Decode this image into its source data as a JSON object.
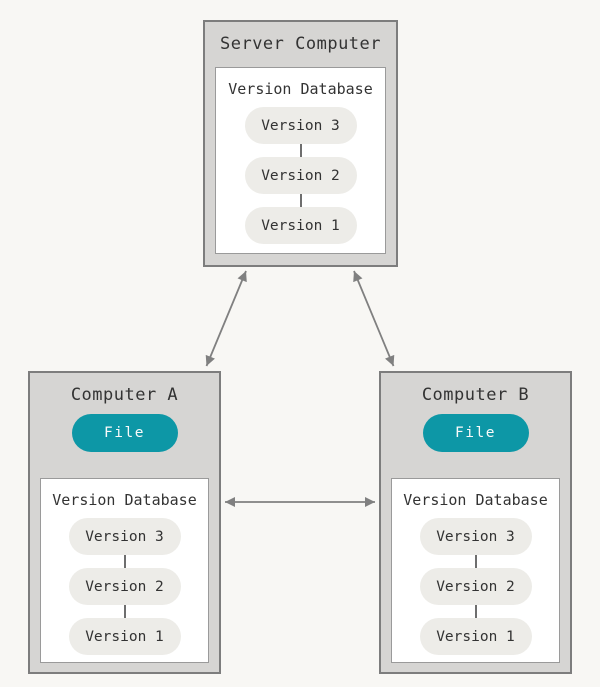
{
  "colors": {
    "background": "#f8f7f4",
    "machine_box_fill": "#d6d5d3",
    "machine_box_border": "#7d7d7d",
    "database_box_fill": "#ffffff",
    "database_box_border": "#9a9a9a",
    "version_pill_fill": "#edece8",
    "file_pill_fill": "#0d97a6",
    "file_pill_text": "#fafafa",
    "text": "#333333",
    "arrow": "#808080"
  },
  "server": {
    "title": "Server Computer",
    "database": {
      "title": "Version Database",
      "versions": [
        "Version 3",
        "Version 2",
        "Version 1"
      ]
    }
  },
  "computer_a": {
    "title": "Computer A",
    "file_label": "File",
    "database": {
      "title": "Version Database",
      "versions": [
        "Version 3",
        "Version 2",
        "Version 1"
      ]
    }
  },
  "computer_b": {
    "title": "Computer B",
    "file_label": "File",
    "database": {
      "title": "Version Database",
      "versions": [
        "Version 3",
        "Version 2",
        "Version 1"
      ]
    }
  },
  "connections": {
    "server_to_computer_a": "bidirectional",
    "server_to_computer_b": "bidirectional",
    "computer_a_to_computer_b": "bidirectional",
    "database_to_file": "upward"
  }
}
